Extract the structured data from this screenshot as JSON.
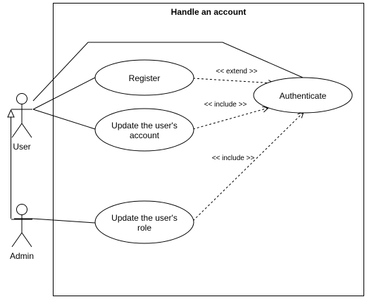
{
  "diagram": {
    "system_title": "Handle an account",
    "actors": {
      "user": "User",
      "admin": "Admin"
    },
    "use_cases": {
      "register": "Register",
      "authenticate": "Authenticate",
      "update_account_line1": "Update the user's",
      "update_account_line2": "account",
      "update_role_line1": "Update the user's",
      "update_role_line2": "role"
    },
    "relationships": {
      "extend": "<< extend >>",
      "include_account": "<< include >>",
      "include_role": "<< include >>"
    },
    "colors": {
      "stroke": "#000000",
      "background": "#ffffff"
    }
  }
}
